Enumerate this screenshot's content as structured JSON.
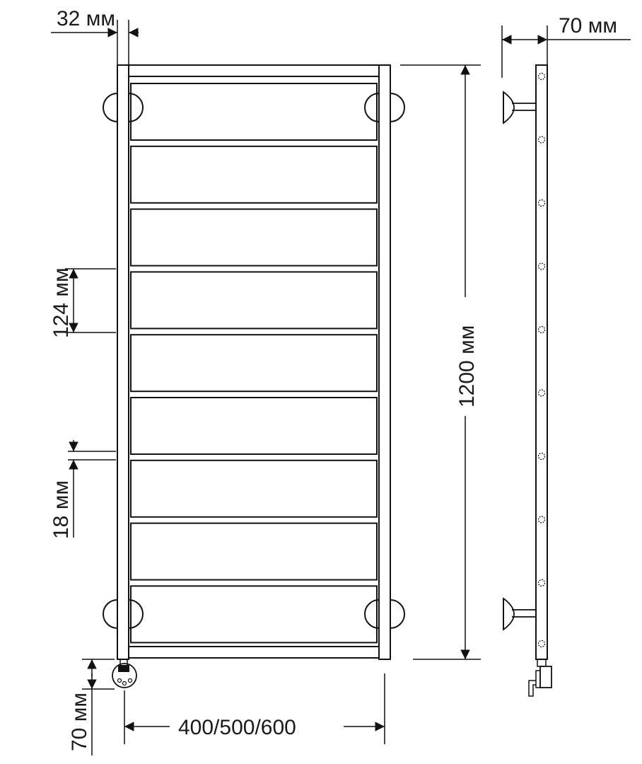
{
  "dimensions": {
    "pipe_width": "32 мм",
    "wall_offset": "70 мм",
    "rung_spacing": "124 мм",
    "rung_gap": "18 мм",
    "height": "1200 мм",
    "width_options": "400/500/600",
    "bottom_connector_offset": "70 мм"
  },
  "rung_count": 9
}
